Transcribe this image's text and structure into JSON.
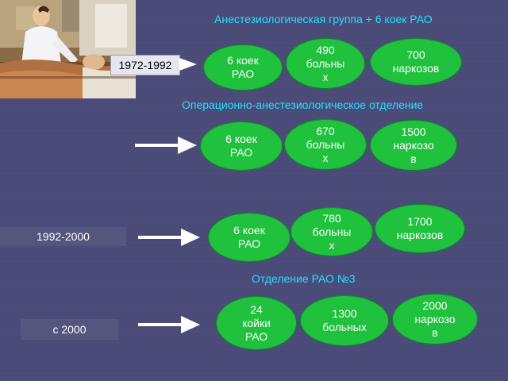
{
  "photo": {
    "icon": "doctor-at-hospital-bed-photo"
  },
  "headings": {
    "group": "Анестезиологическая группа + 6 коек РАО",
    "department": "Операционно-анестезиологическое отделение",
    "rao3": "Отделение РАО №3"
  },
  "periods": {
    "p1": "1972-1992",
    "p2": "1992-2000",
    "p3": "с 2000"
  },
  "rows": [
    {
      "beds": [
        "6 коек",
        "РАО"
      ],
      "patients": [
        "490",
        "больны",
        "х"
      ],
      "anesthesia": [
        "700",
        "наркозов"
      ]
    },
    {
      "beds": [
        "6 коек",
        "РАО"
      ],
      "patients": [
        "670",
        "больны",
        "х"
      ],
      "anesthesia": [
        "1500",
        "наркозо",
        "в"
      ]
    },
    {
      "beds": [
        "6 коек",
        "РАО"
      ],
      "patients": [
        "780",
        "больны",
        "х"
      ],
      "anesthesia": [
        "1700",
        "наркозов"
      ]
    },
    {
      "beds": [
        "24",
        "койки",
        "РАО"
      ],
      "patients": [
        "1300",
        "больных"
      ],
      "anesthesia": [
        "2000",
        "наркозо",
        "в"
      ]
    }
  ],
  "colors": {
    "background": "#4a4a78",
    "heading": "#22e0ff",
    "oval": "#1fc13d",
    "arrow": "#ffffff"
  }
}
